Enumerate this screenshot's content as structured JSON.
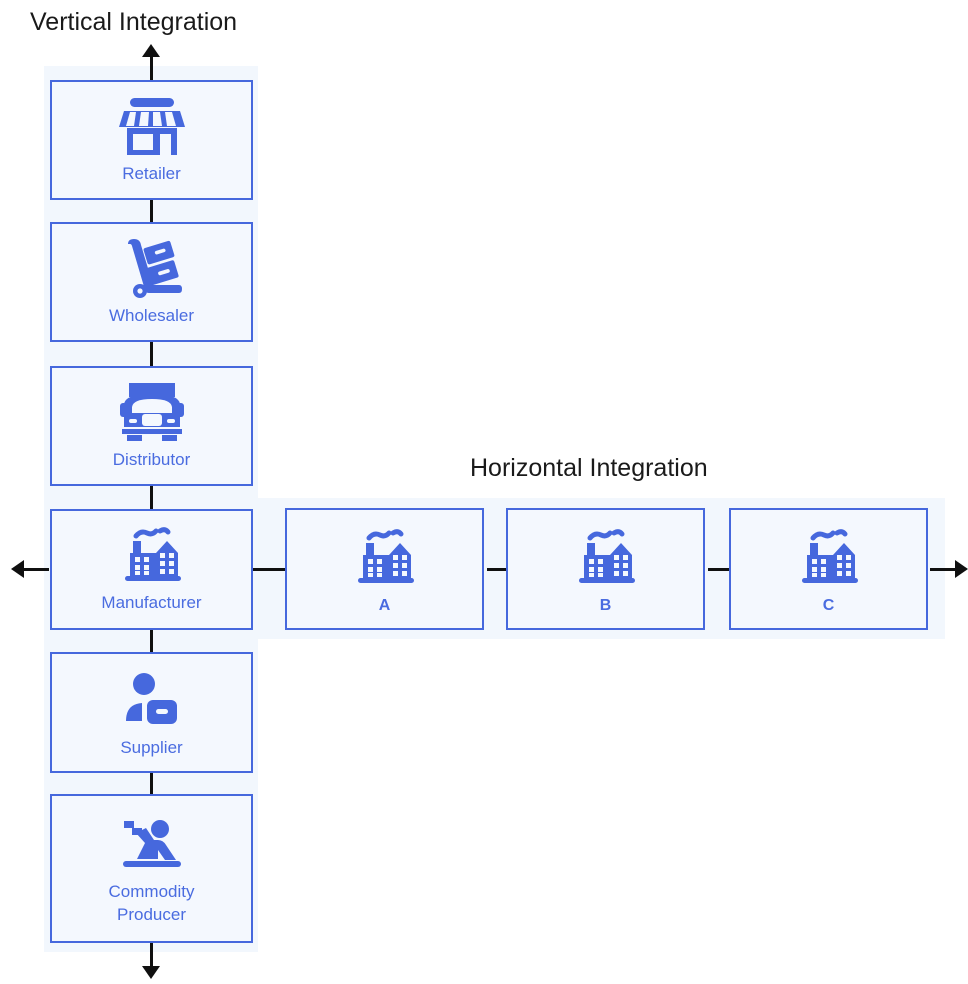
{
  "diagram": {
    "titles": {
      "vertical": "Vertical Integration",
      "horizontal": "Horizontal Integration"
    },
    "colors": {
      "node_border": "#4668dd",
      "node_fill": "#f4f8fe",
      "band_fill": "#f2f7fd",
      "label_text": "#4a6ce0",
      "title_text": "#1a1a1a",
      "connector": "#101010",
      "icon": "#4668dd"
    },
    "vertical_chain": [
      {
        "id": "retailer",
        "label": "Retailer",
        "icon": "storefront-icon"
      },
      {
        "id": "wholesaler",
        "label": "Wholesaler",
        "icon": "hand-truck-icon"
      },
      {
        "id": "distributor",
        "label": "Distributor",
        "icon": "truck-front-icon"
      },
      {
        "id": "manufacturer",
        "label": "Manufacturer",
        "icon": "factory-icon"
      },
      {
        "id": "supplier",
        "label": "Supplier",
        "icon": "supplier-person-icon"
      },
      {
        "id": "commodity",
        "label": "Commodity\nProducer",
        "icon": "miner-worker-icon"
      }
    ],
    "horizontal_chain": [
      {
        "id": "a",
        "label": "A",
        "icon": "factory-icon"
      },
      {
        "id": "b",
        "label": "B",
        "icon": "factory-icon"
      },
      {
        "id": "c",
        "label": "C",
        "icon": "factory-icon"
      }
    ],
    "arrows": {
      "top": "arrow-up",
      "bottom": "arrow-down",
      "left": "arrow-left",
      "right": "arrow-right"
    }
  }
}
